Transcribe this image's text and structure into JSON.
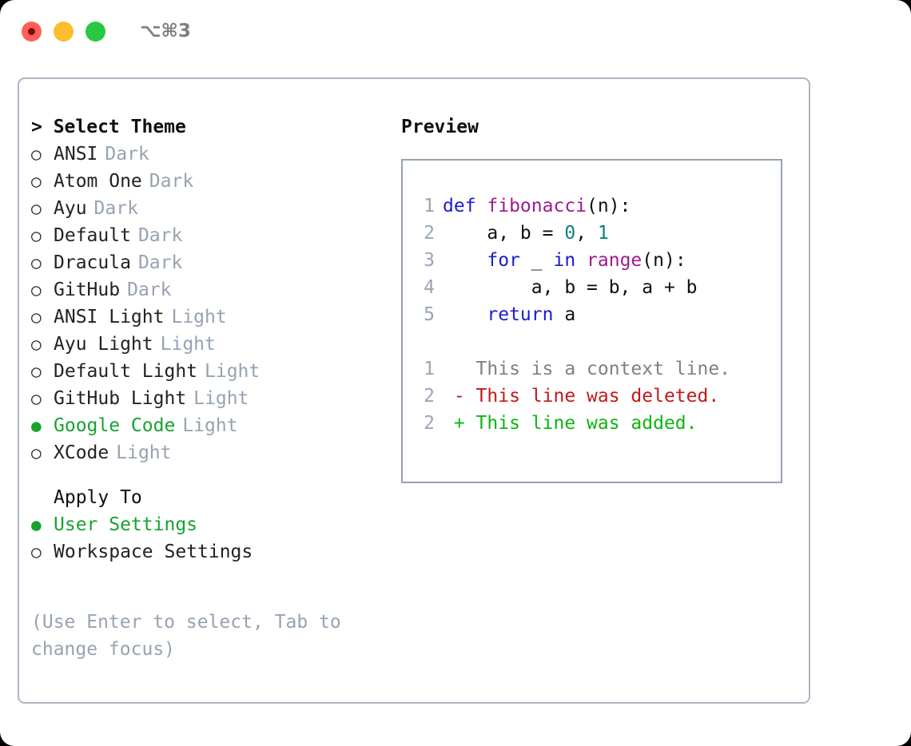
{
  "titlebar": {
    "traffic_lights": [
      {
        "name": "close",
        "color": "#ff5f57"
      },
      {
        "name": "minimize",
        "color": "#febc2e"
      },
      {
        "name": "maximize",
        "color": "#28c840"
      }
    ],
    "shortcut": "⌥⌘3"
  },
  "theme_panel": {
    "heading": "> Select Theme",
    "prompt_symbol": ">",
    "selected_theme": "Google Code",
    "bullet_on": "●",
    "bullet_off": "○",
    "accent_color": "#16a32e",
    "tag_color": "#97a2b2",
    "items": [
      {
        "label": "ANSI",
        "tag": "Dark",
        "selected": false
      },
      {
        "label": "Atom One",
        "tag": "Dark",
        "selected": false
      },
      {
        "label": "Ayu",
        "tag": "Dark",
        "selected": false
      },
      {
        "label": "Default",
        "tag": "Dark",
        "selected": false
      },
      {
        "label": "Dracula",
        "tag": "Dark",
        "selected": false
      },
      {
        "label": "GitHub",
        "tag": "Dark",
        "selected": false
      },
      {
        "label": "ANSI Light",
        "tag": "Light",
        "selected": false
      },
      {
        "label": "Ayu Light",
        "tag": "Light",
        "selected": false
      },
      {
        "label": "Default Light",
        "tag": "Light",
        "selected": false
      },
      {
        "label": "GitHub Light",
        "tag": "Light",
        "selected": false
      },
      {
        "label": "Google Code",
        "tag": "Light",
        "selected": true
      },
      {
        "label": "XCode",
        "tag": "Light",
        "selected": false
      }
    ]
  },
  "apply_to": {
    "heading": "Apply To",
    "selected": "User Settings",
    "items": [
      {
        "label": "User Settings",
        "selected": true
      },
      {
        "label": "Workspace Settings",
        "selected": false
      }
    ]
  },
  "hint": "(Use Enter to select, Tab to change focus)",
  "preview": {
    "title": "Preview",
    "code_lines": [
      {
        "number": "1",
        "tokens": [
          {
            "text": "def ",
            "kind": "kw"
          },
          {
            "text": "fibonacci",
            "kind": "fn"
          },
          {
            "text": "(n):",
            "kind": "plain"
          }
        ]
      },
      {
        "number": "2",
        "tokens": [
          {
            "text": "    a, b = ",
            "kind": "plain"
          },
          {
            "text": "0",
            "kind": "num"
          },
          {
            "text": ", ",
            "kind": "plain"
          },
          {
            "text": "1",
            "kind": "num"
          }
        ]
      },
      {
        "number": "3",
        "tokens": [
          {
            "text": "    ",
            "kind": "plain"
          },
          {
            "text": "for",
            "kind": "kw"
          },
          {
            "text": " _ ",
            "kind": "plain"
          },
          {
            "text": "in",
            "kind": "kw"
          },
          {
            "text": " ",
            "kind": "plain"
          },
          {
            "text": "range",
            "kind": "fn"
          },
          {
            "text": "(n):",
            "kind": "plain"
          }
        ]
      },
      {
        "number": "4",
        "tokens": [
          {
            "text": "        a, b = b, a + b",
            "kind": "plain"
          }
        ]
      },
      {
        "number": "5",
        "tokens": [
          {
            "text": "    ",
            "kind": "plain"
          },
          {
            "text": "return",
            "kind": "kw"
          },
          {
            "text": " a",
            "kind": "plain"
          }
        ]
      }
    ],
    "diff_lines": [
      {
        "number": "1",
        "marker": " ",
        "text": " This is a context line.",
        "kind": "ctx"
      },
      {
        "number": "2",
        "marker": "-",
        "text": " This line was deleted.",
        "kind": "del"
      },
      {
        "number": "2",
        "marker": "+",
        "text": " This line was added.",
        "kind": "add"
      }
    ],
    "syntax_colors": {
      "keyword": "#1c1ccc",
      "function": "#9c1c8e",
      "number": "#0d7f7f",
      "plain": "#101010",
      "line_number": "#9aa4b4",
      "diff_context": "#808080",
      "diff_deleted": "#c21a1a",
      "diff_added": "#0fb50f"
    }
  }
}
